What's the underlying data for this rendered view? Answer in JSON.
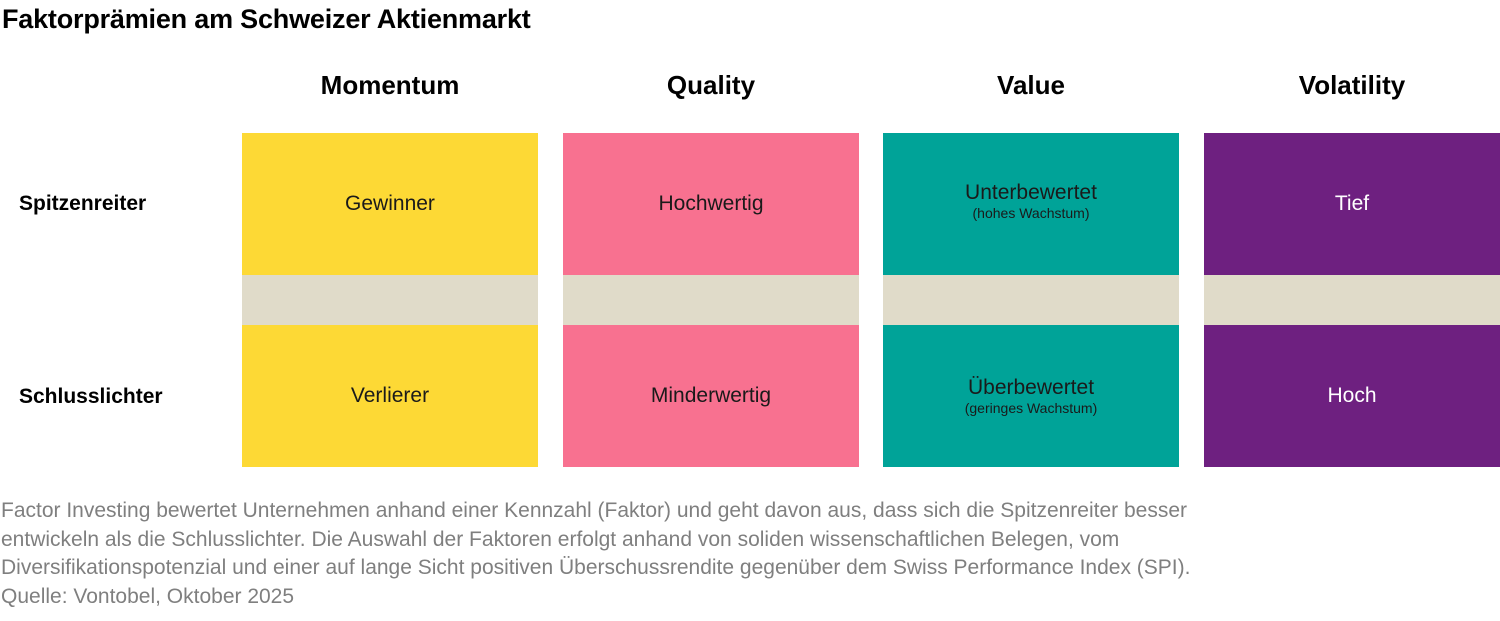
{
  "title": "Faktorprämien am Schweizer Aktienmarkt",
  "rows": {
    "top": "Spitzenreiter",
    "bottom": "Schlusslichter"
  },
  "colors": {
    "band": "#e0dbc9",
    "momentum": "#fdd935",
    "quality": "#f87190",
    "value": "#00a398",
    "volatility": "#6e2080"
  },
  "columns": [
    {
      "header": "Momentum",
      "color": "#fdd935",
      "text_color": "#1a1a1a",
      "top": {
        "main": "Gewinner",
        "sub": ""
      },
      "bottom": {
        "main": "Verlierer",
        "sub": ""
      }
    },
    {
      "header": "Quality",
      "color": "#f87190",
      "text_color": "#1a1a1a",
      "top": {
        "main": "Hochwertig",
        "sub": ""
      },
      "bottom": {
        "main": "Minderwertig",
        "sub": ""
      }
    },
    {
      "header": "Value",
      "color": "#00a398",
      "text_color": "#1a1a1a",
      "top": {
        "main": "Unterbewertet",
        "sub": "(hohes Wachstum)"
      },
      "bottom": {
        "main": "Überbewertet",
        "sub": "(geringes Wachstum)"
      }
    },
    {
      "header": "Volatility",
      "color": "#6e2080",
      "text_color": "#ffffff",
      "top": {
        "main": "Tief",
        "sub": ""
      },
      "bottom": {
        "main": "Hoch",
        "sub": ""
      }
    }
  ],
  "footnote": {
    "line1": "Factor Investing bewertet Unternehmen anhand einer Kennzahl (Faktor) und geht davon aus, dass sich die Spitzenreiter besser",
    "line2": "entwickeln als die Schlusslichter. Die Auswahl der Faktoren erfolgt anhand von soliden wissenschaftlichen Belegen, vom",
    "line3": "Diversifikationspotenzial und einer auf lange Sicht positiven Überschussrendite gegenüber dem Swiss Performance Index (SPI).",
    "source": "Quelle: Vontobel, Oktober 2025"
  }
}
